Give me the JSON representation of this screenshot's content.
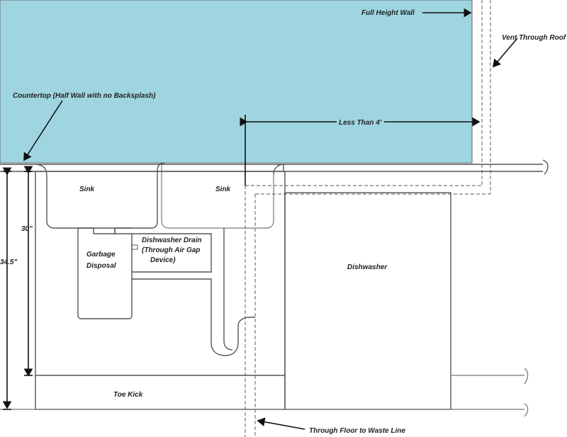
{
  "colors": {
    "wall_fill": "#9fd5e0",
    "line": "#555555",
    "arrow": "#111111"
  },
  "labels": {
    "full_height_wall": "Full Height Wall",
    "vent_through_roof": "Vent Through Roof",
    "countertop": "Countertop (Half Wall with no Backsplash)",
    "less_than_4": "Less Than 4'",
    "sink_left": "Sink",
    "sink_right": "Sink",
    "dishwasher_drain_line1": "Dishwasher Drain",
    "dishwasher_drain_line2": "(Through Air Gap",
    "dishwasher_drain_line3": "Device)",
    "garbage_disposal_line1": "Garbage",
    "garbage_disposal_line2": "Disposal",
    "dishwasher": "Dishwasher",
    "toe_kick": "Toe Kick",
    "through_floor": "Through Floor to Waste Line",
    "dim_30": "30\"",
    "dim_34_5": "34.5\""
  }
}
